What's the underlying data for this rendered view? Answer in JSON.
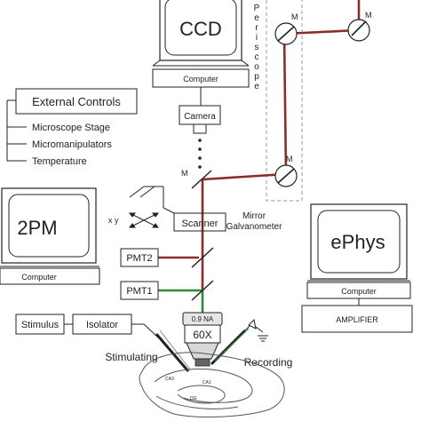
{
  "ccd": {
    "screen_label": "CCD",
    "base_label": "Computer"
  },
  "camera_label": "Camera",
  "periscope_letters": [
    "P",
    "e",
    "r",
    "i",
    "s",
    "c",
    "o",
    "p",
    "e"
  ],
  "mirror_labels": {
    "m": "M"
  },
  "external_controls": {
    "title": "External Controls",
    "items": [
      "Microscope Stage",
      "Micromanipulators",
      "Temperature"
    ]
  },
  "twopm": {
    "screen_label": "2PM",
    "base_label": "Computer"
  },
  "ephys": {
    "screen_label": "ePhys",
    "base_label": "Computer",
    "amplifier_label": "AMPLIFIER"
  },
  "scanner_label": "Scanner",
  "xy_label": "x y",
  "mirror_galvo": {
    "line1": "Mirror",
    "line2": "Galvanometer"
  },
  "pmt2_label": "PMT2",
  "pmt1_label": "PMT1",
  "stimulus_label": "Stimulus",
  "isolator_label": "Isolator",
  "objective": {
    "na": "0.9 NA",
    "mag": "60X"
  },
  "stimulating_label": "Stimulating",
  "recording_label": "Recording",
  "hippo_labels": {
    "ca3": "CA3",
    "ca1": "CA1",
    "dg": "DG"
  },
  "colors": {
    "laser": "#8b2e2a",
    "emission": "#2e8b3a",
    "line": "#222222",
    "dashed": "#9a9a9a"
  }
}
